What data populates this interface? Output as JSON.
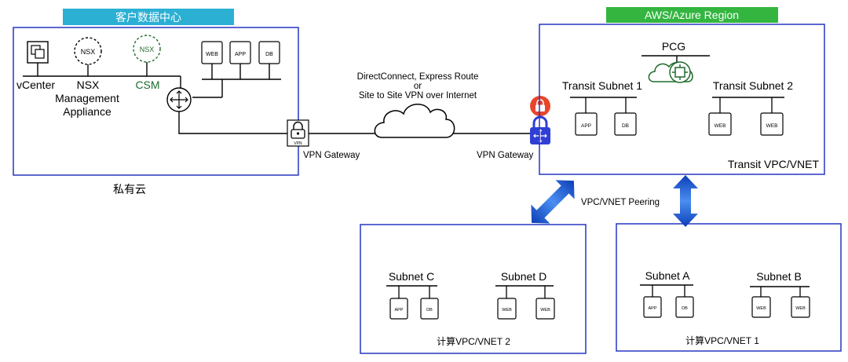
{
  "datacenter": {
    "banner": "客户数据中心",
    "caption": "私有云",
    "vcenter_label": "vCenter",
    "nsx_icon_text": "NSX",
    "nsx_label": [
      "NSX",
      "Management",
      "Appliance"
    ],
    "csm_icon_text": "NSX",
    "csm_label": "CSM",
    "web_label": "WEB",
    "app_label": "APP",
    "db_label": "DB"
  },
  "vpn": {
    "icon_text": "VPN",
    "left_gateway_label": "VPN Gateway",
    "right_gateway_label": "VPN Gateway",
    "link_text": [
      "DirectConnect, Express Route",
      "or",
      "Site to Site VPN over Internet"
    ]
  },
  "region": {
    "banner": "AWS/Azure Region",
    "pcg_label": "PCG",
    "transit_subnet_1": "Transit Subnet 1",
    "transit_subnet_2": "Transit Subnet 2",
    "vpc_label": "Transit VPC/VNET"
  },
  "peering": {
    "label": "VPC/VNET Peering"
  },
  "compute2": {
    "subnet_c": "Subnet C",
    "subnet_d": "Subnet D",
    "label": "计算VPC/VNET 2"
  },
  "compute1": {
    "subnet_a": "Subnet A",
    "subnet_b": "Subnet B",
    "label": "计算VPC/VNET 1"
  },
  "server_labels": {
    "app": "APP",
    "db": "DB",
    "web": "WEB"
  },
  "colors": {
    "box_border": "#2536c0",
    "banner_cyan": "#2bb0d4",
    "banner_green": "#33b540",
    "csm_green": "#1f6b2b",
    "lock_red": "#e8462b",
    "lock_blue": "#2f3fd6",
    "peering_blue": "#1a5fd0"
  }
}
